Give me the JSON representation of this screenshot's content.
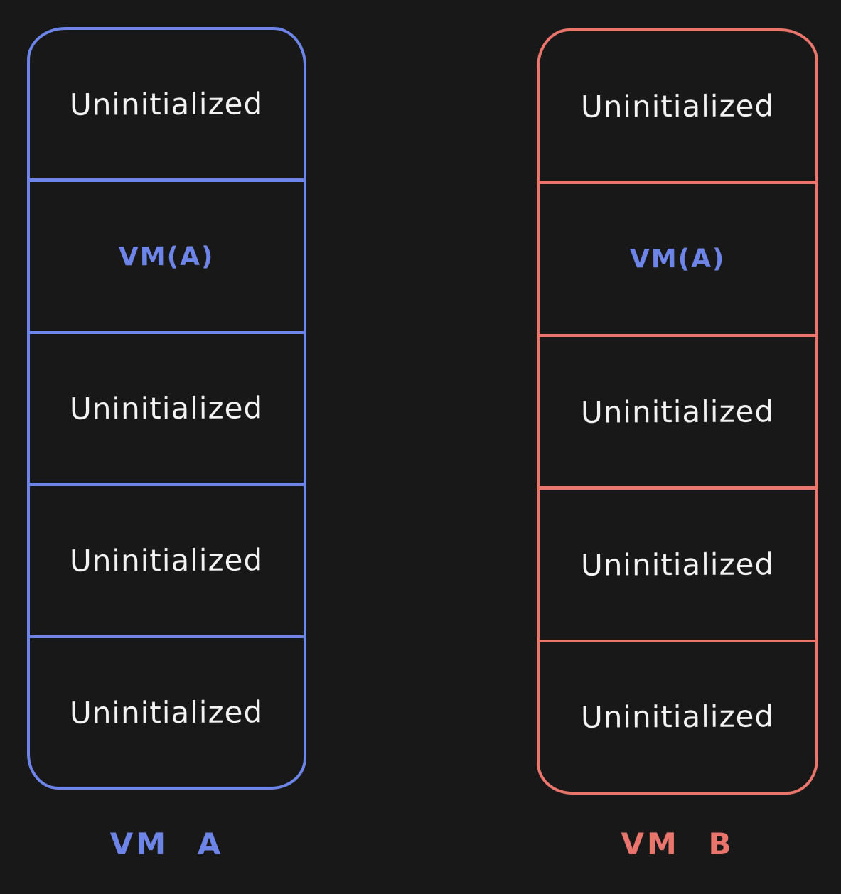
{
  "diagram": {
    "background": "#181818",
    "text_color": "#f2f2f2",
    "columns": [
      {
        "id": "vm-a",
        "label": "VM A",
        "accent": "#6d85e8",
        "segments": [
          {
            "text": "Uninitialized",
            "color": "#f2f2f2"
          },
          {
            "text": "VM(A)",
            "color": "#6d85e8"
          },
          {
            "text": "Uninitialized",
            "color": "#f2f2f2"
          },
          {
            "text": "Uninitialized",
            "color": "#f2f2f2"
          },
          {
            "text": "Uninitialized",
            "color": "#f2f2f2"
          }
        ]
      },
      {
        "id": "vm-b",
        "label": "VM B",
        "accent": "#e9756c",
        "segments": [
          {
            "text": "Uninitialized",
            "color": "#f2f2f2"
          },
          {
            "text": "VM(A)",
            "color": "#6d85e8"
          },
          {
            "text": "Uninitialized",
            "color": "#f2f2f2"
          },
          {
            "text": "Uninitialized",
            "color": "#f2f2f2"
          },
          {
            "text": "Uninitialized",
            "color": "#f2f2f2"
          }
        ]
      }
    ]
  }
}
